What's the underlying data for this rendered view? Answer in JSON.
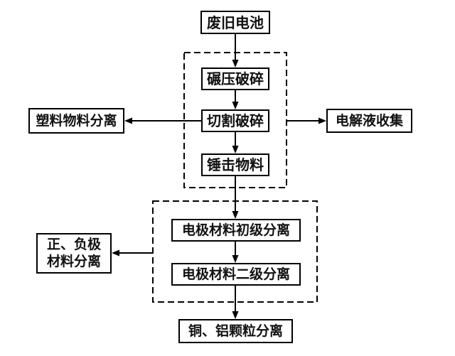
{
  "flowchart": {
    "nodes": {
      "waste_battery": "废旧电池",
      "roll_crushing": "碾压破碎",
      "cut_crushing": "切割破碎",
      "hammer_material": "锤击物料",
      "plastic_separation": "塑料物料分离",
      "electrolyte_collection": "电解液收集",
      "primary_electrode_separation": "电极材料初级分离",
      "secondary_electrode_separation": "电极材料二级分离",
      "posneg_separation_line1": "正、负极",
      "posneg_separation_line2": "材料分离",
      "cu_al_particle_separation": "铜、铝颗粒分离"
    },
    "colors": {
      "line": "#000000",
      "box_border": "#000000",
      "box_fill": "#ffffff",
      "text": "#111111",
      "background": "#ffffff"
    }
  }
}
